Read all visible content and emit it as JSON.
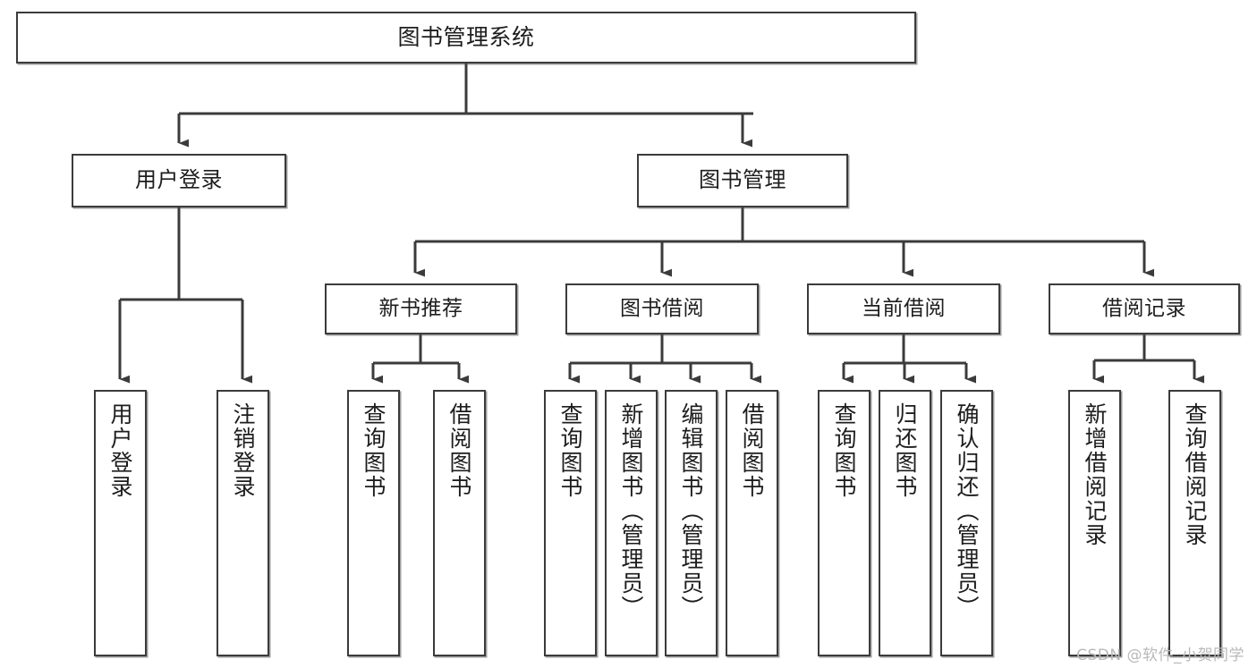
{
  "diagram": {
    "title": "图书管理系统",
    "type": "functional-structure-tree",
    "background_color": "#ffffff",
    "box_border_color": "#3b3b3b",
    "edge_color": "#3b3b3b",
    "text_color": "#1d1d1d",
    "watermark": "CSDN @软件_小贺同学",
    "watermark_color": "#b9b9b9"
  },
  "tree": {
    "root": {
      "label": "图书管理系统",
      "children": [
        {
          "label": "用户登录",
          "children": [
            {
              "label": "用户登录"
            },
            {
              "label": "注销登录"
            }
          ]
        },
        {
          "label": "图书管理",
          "children": [
            {
              "label": "新书推荐",
              "children": [
                {
                  "label": "查询图书"
                },
                {
                  "label": "借阅图书"
                }
              ]
            },
            {
              "label": "图书借阅",
              "children": [
                {
                  "label": "查询图书"
                },
                {
                  "label": "新增图书（管理员）"
                },
                {
                  "label": "编辑图书（管理员）"
                },
                {
                  "label": "借阅图书"
                }
              ]
            },
            {
              "label": "当前借阅",
              "children": [
                {
                  "label": "查询图书"
                },
                {
                  "label": "归还图书"
                },
                {
                  "label": "确认归还（管理员）"
                }
              ]
            },
            {
              "label": "借阅记录",
              "children": [
                {
                  "label": "新增借阅记录"
                },
                {
                  "label": "查询借阅记录"
                }
              ]
            }
          ]
        }
      ]
    }
  },
  "nodes": {
    "root": "图书管理系统",
    "user_login": "用户登录",
    "book_manage": "图书管理",
    "new_book_recommend": "新书推荐",
    "book_borrow": "图书借阅",
    "current_borrow": "当前借阅",
    "borrow_record": "借阅记录",
    "leaf_user_login": "用户登录",
    "leaf_logout": "注销登录",
    "leaf_rec_query_book": "查询图书",
    "leaf_rec_borrow_book": "借阅图书",
    "leaf_bb_query_book": "查询图书",
    "leaf_bb_add_book": "新增图书（管理员）",
    "leaf_bb_edit_book": "编辑图书（管理员）",
    "leaf_bb_borrow_book": "借阅图书",
    "leaf_cb_query_book": "查询图书",
    "leaf_cb_return_book": "归还图书",
    "leaf_cb_confirm_return": "确认归还（管理员）",
    "leaf_br_add_record": "新增借阅记录",
    "leaf_br_query_record": "查询借阅记录"
  }
}
